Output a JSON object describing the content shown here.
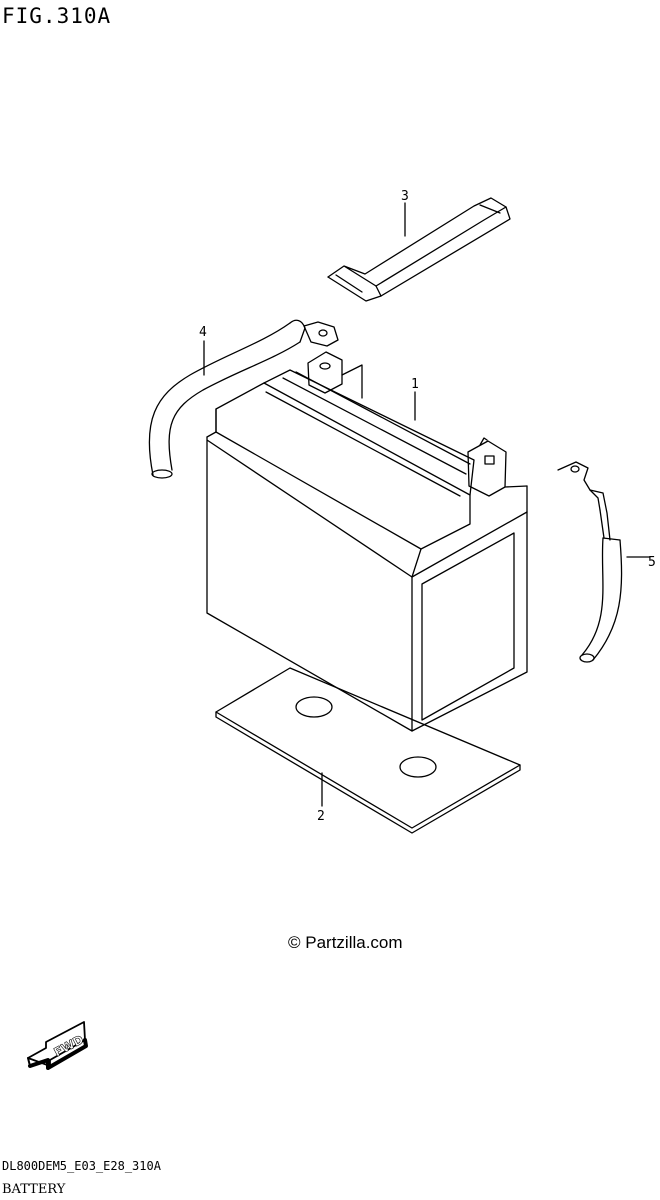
{
  "header": {
    "figure_title": "FIG.310A"
  },
  "parts": [
    {
      "ref": "1"
    },
    {
      "ref": "2"
    },
    {
      "ref": "3"
    },
    {
      "ref": "4"
    },
    {
      "ref": "5"
    }
  ],
  "watermark": {
    "text": "© Partzilla.com"
  },
  "direction_badge": {
    "text": "FWD"
  },
  "footer": {
    "code": "DL800DEM5_E03_E28_310A",
    "caption": "BATTERY"
  },
  "colors": {
    "line": "#000000",
    "background": "#ffffff"
  }
}
